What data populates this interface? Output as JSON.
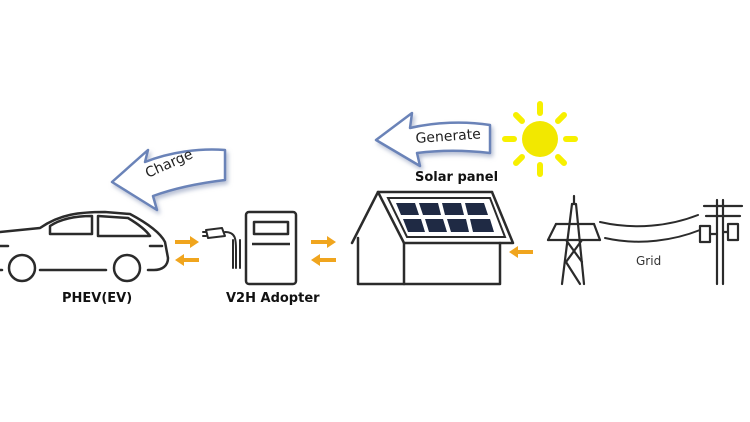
{
  "labels": {
    "car": "PHEV(EV)",
    "adapter": "V2H Adopter",
    "solar": "Solar panel",
    "grid": "Grid"
  },
  "ribbons": {
    "charge": "Charge",
    "generate": "Generate"
  },
  "colors": {
    "line": "#2b2b2b",
    "flow_arrow": "#f0a51e",
    "sun": "#f7f000",
    "sun_core": "#f2e800",
    "panel_cell": "#1f2a44",
    "ribbon_fill": "#ffffff",
    "ribbon_stroke": "#6b83b8"
  }
}
